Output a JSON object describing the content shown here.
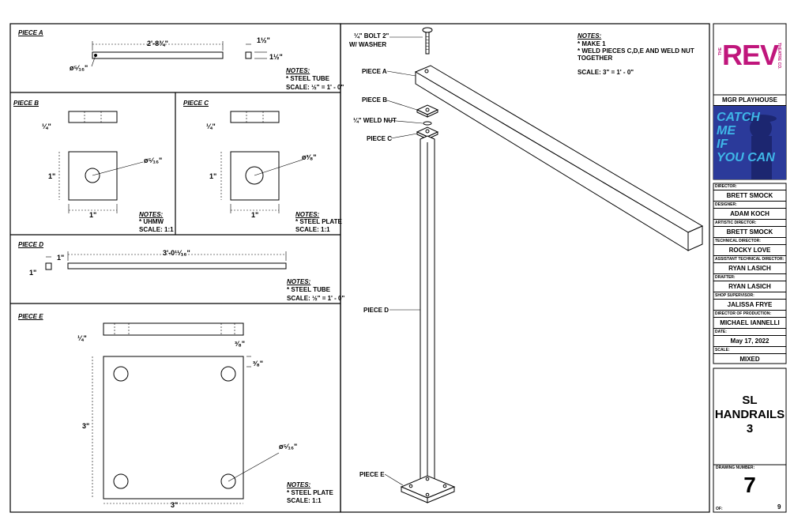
{
  "pieces": {
    "a": {
      "title": "PIECE A",
      "length": "2'-8¾\"",
      "width": "1½\"",
      "height": "1½\"",
      "dia": "ø⁵⁄₁₆\"",
      "notes_title": "NOTES:",
      "notes": [
        "* STEEL TUBE",
        "SCALE: ½\" = 1' - 0\""
      ]
    },
    "b": {
      "title": "PIECE B",
      "thick": "¼\"",
      "side": "1\"",
      "bottom": "1\"",
      "dia": "ø⁵⁄₁₆\"",
      "notes_title": "NOTES:",
      "notes": [
        "* UHMW",
        "SCALE: 1:1"
      ]
    },
    "c": {
      "title": "PIECE C",
      "thick": "¼\"",
      "side": "1\"",
      "bottom": "1\"",
      "dia": "ø³⁄₈\"",
      "notes_title": "NOTES:",
      "notes": [
        "* STEEL PLATE",
        "SCALE: 1:1"
      ]
    },
    "d": {
      "title": "PIECE D",
      "length": "3'-0¹¹⁄₁₆\"",
      "w": "1\"",
      "h": "1\"",
      "notes_title": "NOTES:",
      "notes": [
        "* STEEL TUBE",
        "SCALE: ½\" = 1' - 0\""
      ]
    },
    "e": {
      "title": "PIECE E",
      "thick": "¼\"",
      "edge1": "³⁄₈\"",
      "edge2": "³⁄₈\"",
      "side": "3\"",
      "bottom": "3\"",
      "dia": "ø⁵⁄₁₆\"",
      "notes_title": "NOTES:",
      "notes": [
        "* STEEL PLATE",
        "SCALE: 1:1"
      ]
    }
  },
  "assembly": {
    "bolt": [
      "¼\" BOLT 2\"",
      "W/ WASHER"
    ],
    "piece_a": "PIECE A",
    "piece_b": "PIECE B",
    "weld_nut": "¼\" WELD NUT",
    "piece_c": "PIECE C",
    "piece_d": "PIECE D",
    "piece_e": "PIECE E",
    "notes_title": "NOTES:",
    "notes": [
      "* MAKE 1",
      "* WELD  PIECES C,D,E AND WELD NUT",
      "  TOGETHER",
      "",
      "SCALE: 3\" = 1' - 0\""
    ]
  },
  "title_block": {
    "logo_the": "THE",
    "logo_main": "REV",
    "logo_side": "THEATRE CO.",
    "venue": "MGR PLAYHOUSE",
    "poster_lines": [
      "CATCH",
      "ME",
      "IF",
      "YOU CAN"
    ],
    "fields": [
      {
        "label": "DIRECTOR:",
        "value": "BRETT SMOCK"
      },
      {
        "label": "DESIGNER:",
        "value": "ADAM KOCH"
      },
      {
        "label": "ARTISTIC DIRECTOR:",
        "value": "BRETT SMOCK"
      },
      {
        "label": "TECHNICAL DIRECTOR:",
        "value": "ROCKY LOVE"
      },
      {
        "label": "ASSISTANT TECHNICAL DIRECTOR:",
        "value": "RYAN LASICH"
      },
      {
        "label": "DRAFTER:",
        "value": "RYAN LASICH"
      },
      {
        "label": "SHOP SUPERVISOR:",
        "value": "JALISSA FRYE"
      },
      {
        "label": "DIRECTOR OF PRODUCTION:",
        "value": "MICHAEL IANNELLI"
      },
      {
        "label": "DATE:",
        "value": "May 17, 2022"
      },
      {
        "label": "SCALE:",
        "value": "MIXED"
      }
    ],
    "drawing_title": [
      "SL",
      "HANDRAILS",
      "3"
    ],
    "drawing_number_label": "DRAWING NUMBER:",
    "drawing_number": "7",
    "of_label": "OF:",
    "of_value": "9"
  },
  "colors": {
    "brand": "#c0167c",
    "poster_bg": "#2b3a9a",
    "poster_text": "#3fb7e8"
  }
}
